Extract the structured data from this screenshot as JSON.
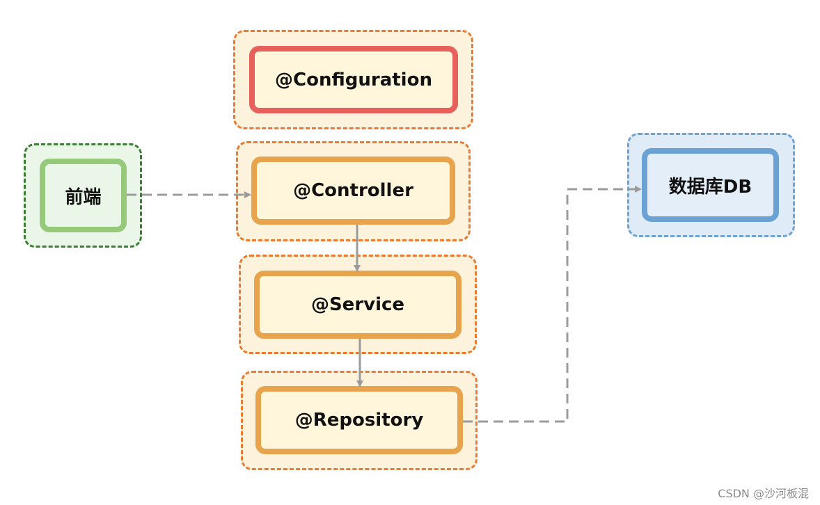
{
  "nodes": {
    "configuration": "@Configuration",
    "controller": "@Controller",
    "service": "@Service",
    "repository": "@Repository",
    "frontend": "前端",
    "database": "数据库DB"
  },
  "edges": [
    {
      "from": "前端",
      "to": "@Controller",
      "style": "dashed"
    },
    {
      "from": "@Controller",
      "to": "@Service",
      "style": "solid"
    },
    {
      "from": "@Service",
      "to": "@Repository",
      "style": "solid"
    },
    {
      "from": "@Repository",
      "to": "数据库DB",
      "style": "dashed"
    }
  ],
  "colors": {
    "group_border": "#ea7b33",
    "group_fill": "#fdf3dc",
    "node_border": "#e8a34d",
    "config_border": "#e8605b",
    "frontend_border": "#96c97a",
    "frontend_group_border": "#3b7d35",
    "database_border": "#6aa2d3",
    "database_group_border": "#6fa3d3",
    "arrow": "#9b9b9b"
  },
  "watermark": "CSDN @沙河板混"
}
